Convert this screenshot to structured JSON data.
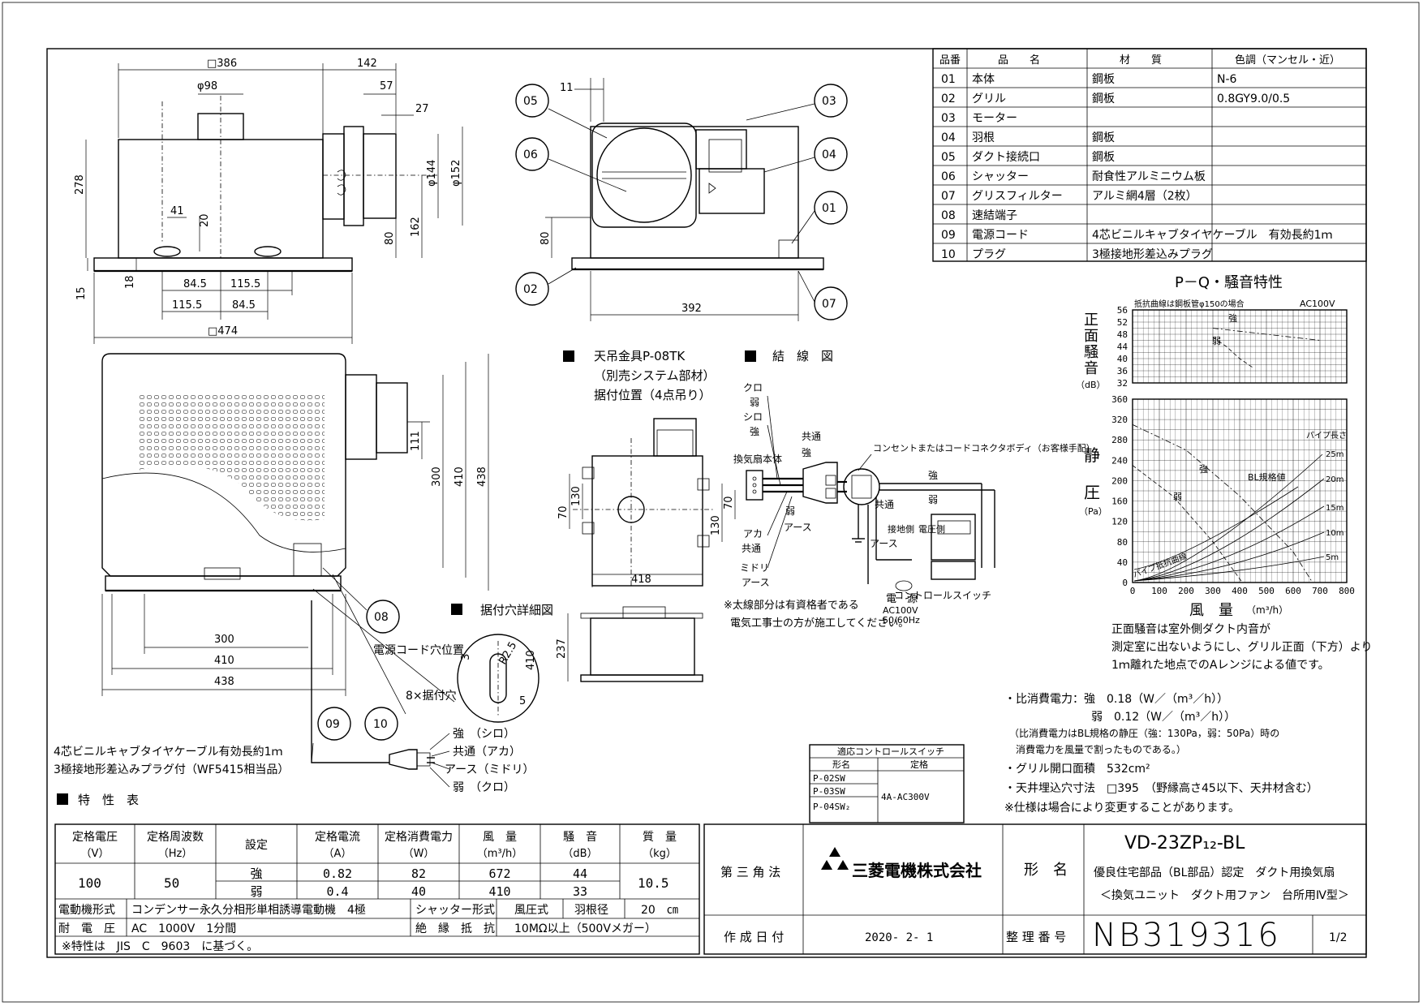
{
  "parts_table": {
    "headers": [
      "品番",
      "品　　名",
      "材　　質",
      "色調（マンセル・近）"
    ],
    "rows": [
      [
        "01",
        "本体",
        "鋼板",
        "N-6"
      ],
      [
        "02",
        "グリル",
        "鋼板",
        "0.8GY9.0/0.5"
      ],
      [
        "03",
        "モーター",
        "",
        ""
      ],
      [
        "04",
        "羽根",
        "鋼板",
        ""
      ],
      [
        "05",
        "ダクト接続口",
        "鋼板",
        ""
      ],
      [
        "06",
        "シャッター",
        "耐食性アルミニウム板",
        ""
      ],
      [
        "07",
        "グリスフィルター",
        "アルミ網4層（2枚）",
        ""
      ],
      [
        "08",
        "速結端子",
        "",
        ""
      ],
      [
        "09",
        "電源コード",
        "4芯ビニルキャブタイヤケーブル　有効長約1ｍ",
        ""
      ],
      [
        "10",
        "プラグ",
        "3極接地形差込みプラグ",
        ""
      ]
    ]
  },
  "dims": {
    "d386": "□386",
    "d142": "142",
    "d98": "φ98",
    "d57": "57",
    "d27": "27",
    "d278": "278",
    "d144": "φ144",
    "d152": "φ152",
    "d80": "80",
    "d162": "162",
    "d41": "41",
    "d20": "20",
    "d15": "15",
    "d18": "18",
    "d845a": "84.5",
    "d1155a": "115.5",
    "d1155b": "115.5",
    "d845b": "84.5",
    "d474": "□474",
    "d11": "11",
    "d80b": "80",
    "d392": "392",
    "d111": "111",
    "d300v": "300",
    "d410v": "410",
    "d438v": "438",
    "d300h": "300",
    "d410h": "410",
    "d438h": "438",
    "d418": "418",
    "d70": "70",
    "d130": "130",
    "d130b": "130",
    "d70b": "70",
    "d237": "237",
    "d3": "3",
    "dR25": "R2.5",
    "d410s": "410",
    "d5": "5"
  },
  "callouts": [
    "05",
    "06",
    "03",
    "04",
    "01",
    "02",
    "07",
    "08",
    "09",
    "10"
  ],
  "labels": {
    "hanger_title": "天吊金具P-08TK",
    "hanger_sub": "（別売システム部材）",
    "hanger_pos": "据付位置（4点吊り）",
    "wiring_title": "結　線　図",
    "mount_detail": "据付穴詳細図",
    "cord_pos": "電源コード穴位置",
    "mount_hole": "8×据付穴",
    "cable_note1": "4芯ビニルキャブタイヤケーブル有効長約1ｍ",
    "cable_note2": "3極接地形差込みプラグ付（WF5415相当品）",
    "plug_strong": "強　（シロ）",
    "plug_common": "共通（アカ）",
    "plug_earth": "アース（ミドリ）",
    "plug_weak": "弱　（クロ）",
    "w_kuro": "クロ",
    "w_jaku": "弱",
    "w_shiro": "シロ",
    "w_kyo": "強",
    "w_body": "換気扇本体",
    "w_common": "共通",
    "w_kyo2": "強",
    "w_jaku2": "弱",
    "w_earth": "アース",
    "w_aka": "アカ",
    "w_common2": "共通",
    "w_midori": "ミドリ",
    "w_earth2": "アース",
    "w_outlet": "コンセントまたはコードコネクタボディ（お客様手配）",
    "w_kyo3": "強",
    "w_jaku3": "弱",
    "w_common3": "共通",
    "w_earth3": "アース",
    "w_setsuchi": "接地側",
    "w_denatsu": "電圧側",
    "w_power": "電　源",
    "w_ac": "AC100V",
    "w_hz": "50/60Hz",
    "w_switch": "コントロールスイッチ",
    "w_note1": "※太線部分は有資格者である",
    "w_note2": "電気工事士の方が施工してください。"
  },
  "switch_table": {
    "title": "適応コントロールスイッチ",
    "h1": "形名",
    "h2": "定格",
    "models": [
      "P-02SW",
      "P-03SW",
      "P-04SW₂"
    ],
    "rating": "4A-AC300V"
  },
  "pq": {
    "title": "P－Q・騒音特性",
    "curve_note": "抵抗曲線は鋼板管φ150の場合",
    "ac": "AC100V",
    "noise_label": [
      "正",
      "面",
      "騒",
      "音"
    ],
    "noise_unit": "（dB）",
    "pressure_label": [
      "静",
      "圧"
    ],
    "pressure_unit": "（Pa）",
    "flow_label": "風　量",
    "flow_unit": "（m³/h）",
    "strong": "強",
    "weak": "弱",
    "bl": "BL規格値",
    "pipe_len": "パイプ長さ",
    "pipe_curve": "パイプ抵抗曲線",
    "lengths": [
      "25m",
      "20m",
      "15m",
      "10m",
      "5m"
    ],
    "note1": "正面騒音は室外側ダクト内音が",
    "note2": "測定室に出ないようにし、グリル正面（下方）より",
    "note3": "1ｍ離れた地点でのAレンジによる値です。"
  },
  "chart_data": {
    "type": "line",
    "title": "P－Q・騒音特性",
    "xlabel": "風　量（m³/h）",
    "xlim": [
      0,
      800
    ],
    "x_ticks": [
      0,
      100,
      200,
      300,
      400,
      500,
      600,
      700,
      800
    ],
    "panels": [
      {
        "ylabel": "正面騒音（dB）",
        "ylim": [
          32,
          56
        ],
        "y_ticks": [
          32,
          36,
          40,
          44,
          48,
          52,
          56
        ],
        "series": [
          {
            "name": "強",
            "x": [
              300,
              400,
              500,
              600,
              700
            ],
            "y": [
              50,
              49,
              48,
              47,
              46
            ]
          },
          {
            "name": "弱",
            "x": [
              300,
              350,
              400,
              450
            ],
            "y": [
              47,
              44,
              40,
              37
            ]
          }
        ]
      },
      {
        "ylabel": "静圧（Pa）",
        "ylim": [
          0,
          360
        ],
        "y_ticks": [
          0,
          40,
          80,
          120,
          160,
          200,
          240,
          280,
          320,
          360
        ],
        "series": [
          {
            "name": "強",
            "x": [
              0,
              200,
              400,
              600,
              672
            ],
            "y": [
              310,
              260,
              170,
              60,
              0
            ]
          },
          {
            "name": "弱",
            "x": [
              0,
              150,
              300,
              410
            ],
            "y": [
              230,
              170,
              80,
              0
            ]
          }
        ]
      }
    ]
  },
  "specs": {
    "power_strong": "・比消費電力：強　0.18（W／（m³／h））",
    "power_weak": "弱　0.12（W／（m³／h））",
    "power_note1": "（比消費電力はBL規格の静圧（強：130Pa，弱：50Pa）時の",
    "power_note2": "消費電力を風量で割ったものである。）",
    "grill_area": "・グリル開口面積　532cm²",
    "ceiling_hole": "・天井埋込穴寸法　□395　（野縁高さ45以下、天井材含む）",
    "change_note": "※仕様は場合により変更することがあります。"
  },
  "char_table": {
    "title": "特　性　表",
    "headers": [
      [
        "定格電圧",
        "（V）"
      ],
      [
        "定格周波数",
        "（Hz）"
      ],
      [
        "設定",
        ""
      ],
      [
        "定格電流",
        "（A）"
      ],
      [
        "定格消費電力",
        "（W）"
      ],
      [
        "風　量",
        "（m³/h）"
      ],
      [
        "騒　音",
        "（dB）"
      ],
      [
        "質　量",
        "（kg）"
      ]
    ],
    "voltage": "100",
    "freq": "50",
    "mass": "10.5",
    "rows": [
      [
        "強",
        "0.82",
        "82",
        "672",
        "44"
      ],
      [
        "弱",
        "0.4",
        "40",
        "410",
        "33"
      ]
    ],
    "motor_label": "電動機形式",
    "motor": "コンデンサー永久分相形単相誘導電動機　4極",
    "shutter_label": "シャッター形式",
    "shutter": "風圧式",
    "blade_label": "羽根径",
    "blade": "20　㎝",
    "voltage_label": "耐　電　圧",
    "withstand": "AC　1000V　1分間",
    "insulation_label": "絶　縁　抵　抗",
    "insulation": "10MΩ以上（500Vメガー）",
    "note": "※特性は　JIS　C　9603　に基づく。"
  },
  "title_block": {
    "projection": "第 三 角 法",
    "company": "三菱電機株式会社",
    "model_label": "形　名",
    "model": "VD-23ZP₁₂-BL",
    "desc1": "優良住宅部品（BL部品）認定　ダクト用換気扇",
    "desc2": "＜換気ユニット　ダクト用ファン　台所用Ⅳ型＞",
    "date_label": "作 成 日 付",
    "date": "2020- 2- 1",
    "number_label": "整 理 番 号",
    "number": "NB319316",
    "page": "1/2"
  }
}
